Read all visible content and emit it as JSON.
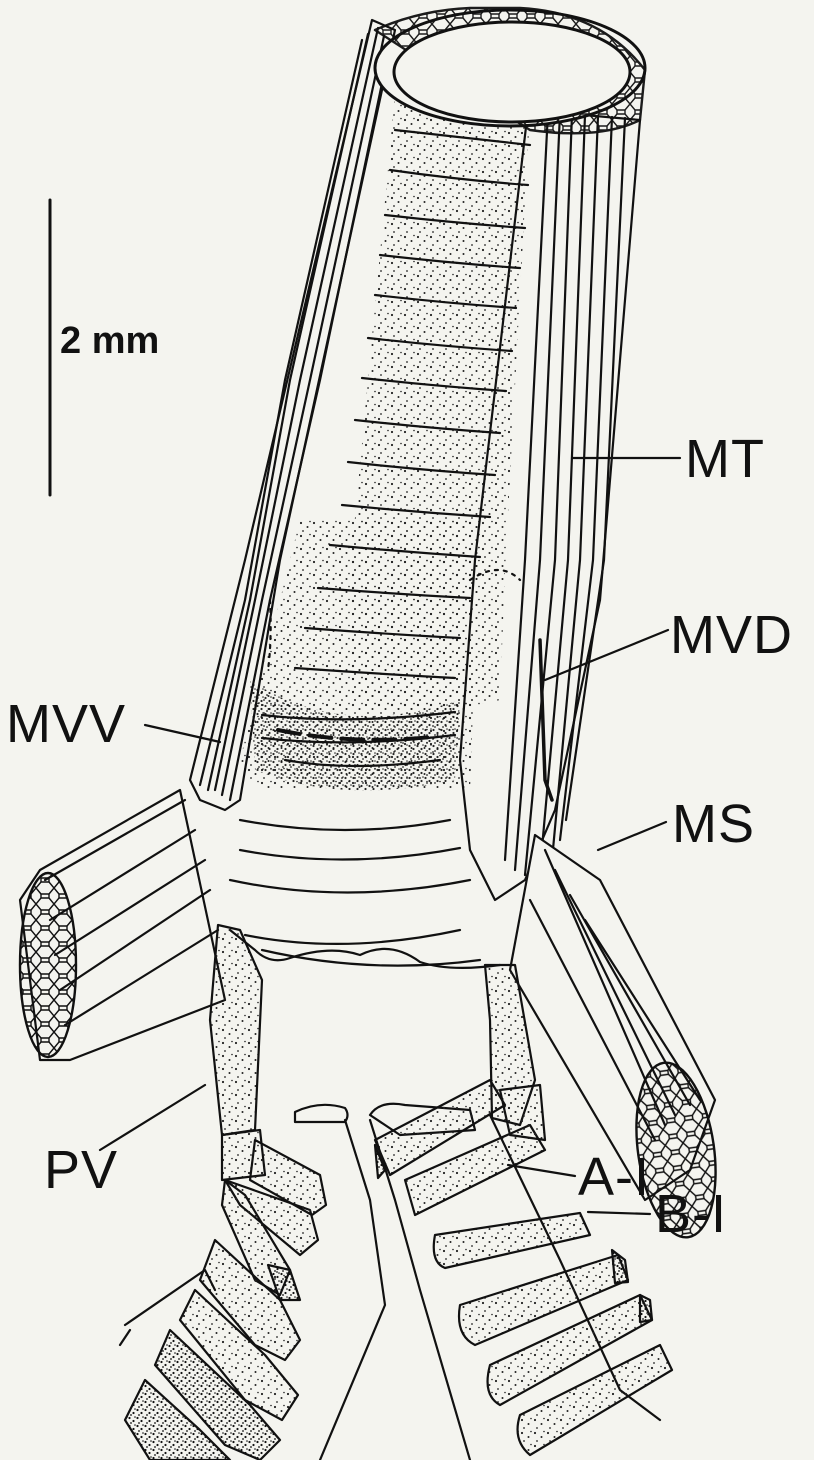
{
  "figure": {
    "scale_bar": {
      "label": "2 mm"
    },
    "labels": {
      "mt": "MT",
      "mvd": "MVD",
      "mvv": "MVV",
      "ms": "MS",
      "pv": "PV",
      "a1": "A-I",
      "b1": "B-I"
    }
  }
}
